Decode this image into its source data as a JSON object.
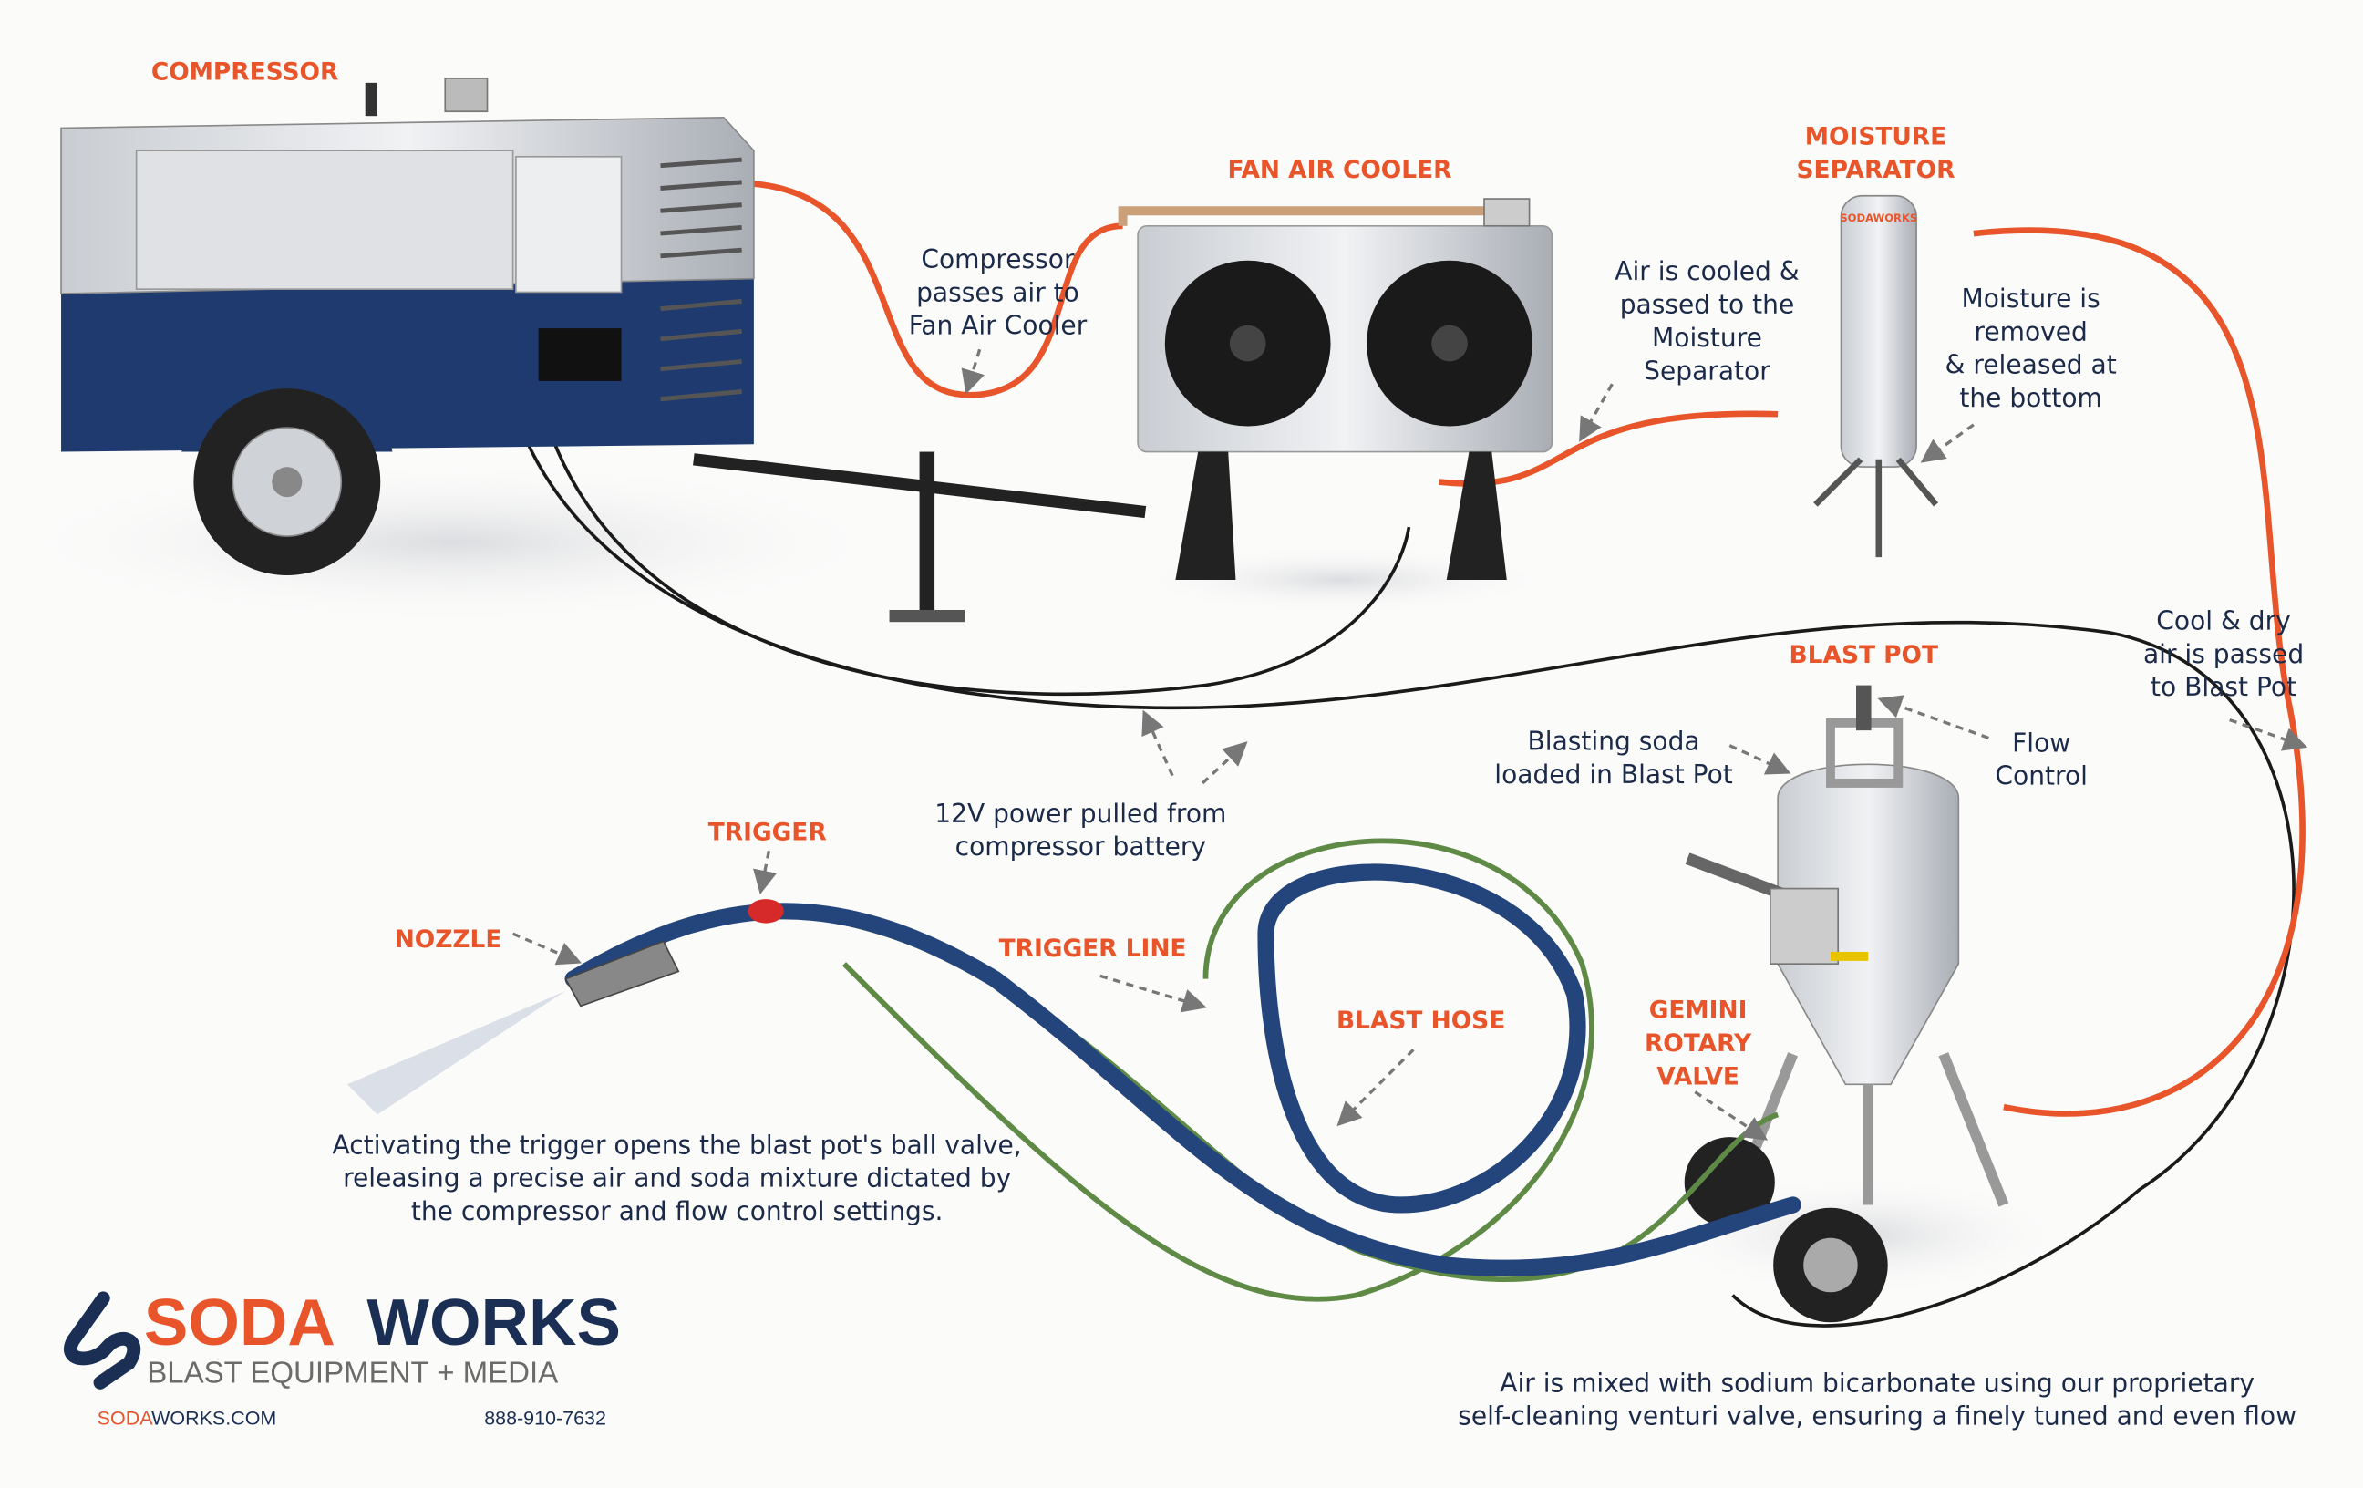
{
  "labels": {
    "compressor": "COMPRESSOR",
    "fan_air_cooler": "FAN AIR COOLER",
    "moisture_separator": [
      "MOISTURE",
      "SEPARATOR"
    ],
    "blast_pot": "BLAST POT",
    "trigger": "TRIGGER",
    "nozzle": "NOZZLE",
    "trigger_line": "TRIGGER LINE",
    "blast_hose": "BLAST HOSE",
    "gemini_rotary_valve": [
      "GEMINI",
      "ROTARY",
      "VALVE"
    ]
  },
  "notes": {
    "compressor_passes": [
      "Compressor",
      "passes air to",
      "Fan Air Cooler"
    ],
    "air_cooled": [
      "Air is cooled &",
      "passed to the",
      "Moisture",
      "Separator"
    ],
    "moisture_removed": [
      "Moisture is",
      "removed",
      "& released at",
      "the bottom"
    ],
    "cool_dry": [
      "Cool & dry",
      "air is passed",
      "to Blast Pot"
    ],
    "blasting_soda": [
      "Blasting soda",
      "loaded in Blast Pot"
    ],
    "flow_control": [
      "Flow",
      "Control"
    ],
    "power": [
      "12V power pulled from",
      "compressor battery"
    ],
    "activating": [
      "Activating the trigger opens the blast pot's ball valve,",
      "releasing a precise air and soda mixture dictated by",
      "the compressor and flow control settings."
    ],
    "air_mixed": [
      "Air is mixed with sodium bicarbonate using our proprietary",
      "self-cleaning venturi valve, ensuring a finely tuned and even flow"
    ]
  },
  "brand": {
    "name_part1": "SODA",
    "name_part2": "WORKS",
    "tagline": "BLAST EQUIPMENT + MEDIA",
    "url_part1": "SODA",
    "url_part2": "WORKS.COM",
    "phone": "888-910-7632",
    "separator_badge": "SODAWORKS"
  },
  "colors": {
    "accent_orange": "#e8552a",
    "navy": "#1b2f55",
    "text": "#1b2a48"
  }
}
